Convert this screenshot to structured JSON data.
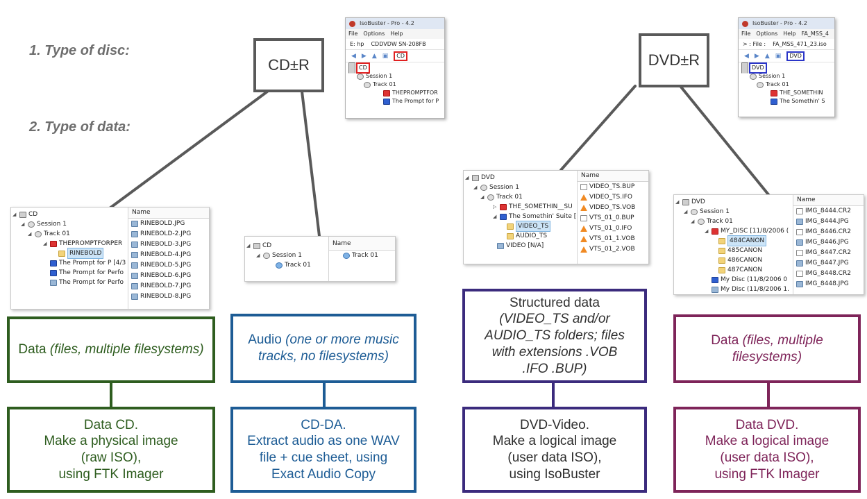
{
  "steps": {
    "step1": "1. Type of disc:",
    "step2": "2. Type of data:"
  },
  "discs": {
    "cd": "CD±R",
    "dvd": "DVD±R"
  },
  "colors": {
    "connector": "#595959",
    "green": "#2e5d1f",
    "blue": "#1d5c95",
    "purple": "#3b2b7d",
    "maroon": "#7e2459",
    "highlight_red": "#e02020",
    "highlight_blue": "#2a35c8"
  },
  "isobuster_cd": {
    "title": "IsoBuster - Pro - 4.2",
    "menu": [
      "File",
      "Options",
      "Help"
    ],
    "drive": "E: hp",
    "drive_model": "CDDVDW SN-208FB",
    "format": "CD",
    "tree": [
      "CD",
      "Session 1",
      "Track 01",
      "THEPROMPTFOR",
      "The Prompt for P"
    ]
  },
  "isobuster_dvd": {
    "title": "IsoBuster - Pro - 4.2",
    "menu": [
      "File",
      "Options",
      "Help",
      "FA_MSS_4"
    ],
    "drive": "> : File :",
    "drive_model": "FA_MSS_471_23.iso",
    "format": "DVD",
    "tree": [
      "DVD",
      "Session 1",
      "Track 01",
      "THE_SOMETHIN",
      "The Somethin' S"
    ]
  },
  "shot_data_cd": {
    "tree": [
      "CD",
      "Session 1",
      "Track 01",
      "THEPROMPTFORPER",
      "RINEBOLD",
      "The Prompt for P [4/3",
      "The Prompt for Perfo",
      "The Prompt for Perfo"
    ],
    "header": "Name",
    "files": [
      "RINEBOLD.JPG",
      "RINEBOLD-2.JPG",
      "RINEBOLD-3.JPG",
      "RINEBOLD-4.JPG",
      "RINEBOLD-5.JPG",
      "RINEBOLD-6.JPG",
      "RINEBOLD-7.JPG",
      "RINEBOLD-8.JPG"
    ]
  },
  "shot_audio_cd": {
    "tree": [
      "CD",
      "Session 1",
      "Track 01"
    ],
    "header": "Name",
    "files": [
      "Track 01"
    ]
  },
  "shot_video_dvd": {
    "tree": [
      "DVD",
      "Session 1",
      "Track 01",
      "THE_SOMETHIN__SU",
      "The Somethin' Suite [",
      "VIDEO_TS",
      "AUDIO_TS",
      "VIDEO [N/A]"
    ],
    "header": "Name",
    "files": [
      "VIDEO_TS.BUP",
      "VIDEO_TS.IFO",
      "VIDEO_TS.VOB",
      "VTS_01_0.BUP",
      "VTS_01_0.IFO",
      "VTS_01_1.VOB",
      "VTS_01_2.VOB"
    ]
  },
  "shot_data_dvd": {
    "tree": [
      "DVD",
      "Session 1",
      "Track 01",
      "MY_DISC [11/8/2006 (",
      "484CANON",
      "485CANON",
      "486CANON",
      "487CANON",
      "My Disc (11/8/2006 0",
      "My Disc (11/8/2006 1."
    ],
    "header": "Name",
    "files": [
      "IMG_8444.CR2",
      "IMG_8444.JPG",
      "IMG_8446.CR2",
      "IMG_8446.JPG",
      "IMG_8447.CR2",
      "IMG_8447.JPG",
      "IMG_8448.CR2",
      "IMG_8448.JPG"
    ]
  },
  "categories": {
    "data_cd": {
      "plain": "Data ",
      "italic": "(files, multiple filesystems)"
    },
    "audio_cd": {
      "plain": "Audio ",
      "italic": "(one or more music tracks, no filesystems)"
    },
    "video_dvd": {
      "plain": "Structured data",
      "italic": "(VIDEO_TS and/or AUDIO_TS folders; files with extensions .VOB .IFO .BUP)"
    },
    "data_dvd": {
      "plain": "Data ",
      "italic": "(files, multiple filesystems)"
    }
  },
  "actions": {
    "data_cd": [
      "Data CD.",
      "Make a physical image",
      "(raw ISO),",
      "using FTK Imager"
    ],
    "audio_cd": [
      "CD-DA.",
      "Extract audio as one WAV",
      "file + cue sheet, using",
      "Exact Audio Copy"
    ],
    "video_dvd": [
      "DVD-Video.",
      "Make a logical image",
      "(user data ISO),",
      "using IsoBuster"
    ],
    "data_dvd": [
      "Data DVD.",
      "Make a logical image",
      "(user data ISO),",
      "using FTK Imager"
    ]
  }
}
